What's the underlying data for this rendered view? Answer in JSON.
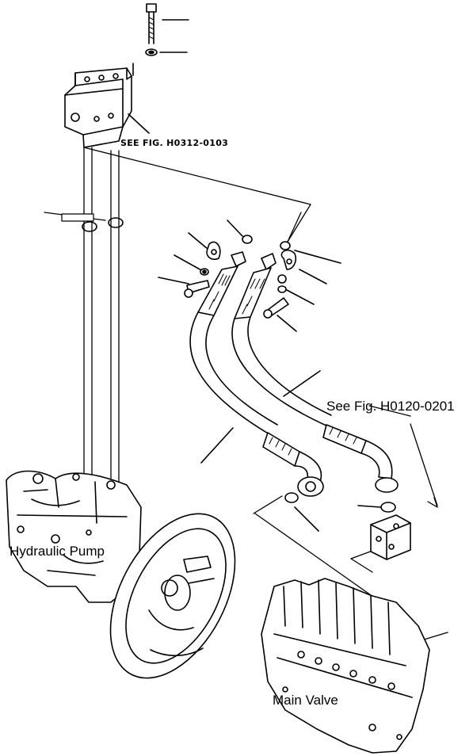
{
  "labels": {
    "ref_top": "SEE FIG. H0312-0103",
    "ref_right": "See Fig. H0120-0201",
    "pump": "Hydraulic Pump",
    "valve": "Main Valve"
  },
  "colors": {
    "line": "#000000",
    "background": "#ffffff"
  }
}
